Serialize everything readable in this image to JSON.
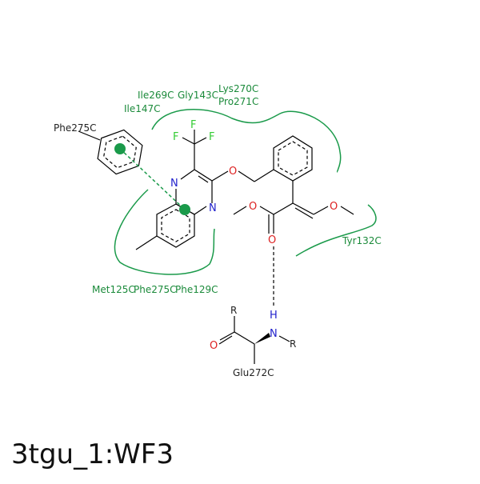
{
  "caption": "3tgu_1:WF3",
  "residues": {
    "phe275_top": "Phe275C",
    "ile269": "Ile269C",
    "gly143": "Gly143C",
    "lys270": "Lys270C",
    "pro271": "Pro271C",
    "ile147": "Ile147C",
    "tyr132": "Tyr132C",
    "met125": "Met125C",
    "phe275_bottom": "Phe275C",
    "phe129": "Phe129C",
    "glu272": "Glu272C"
  },
  "atoms": {
    "F": "F",
    "N": "N",
    "O": "O",
    "H": "H",
    "R": "R"
  },
  "colors": {
    "residue_green": "#1a8a3a",
    "pocket_green": "#1a9a4a",
    "fluorine": "#33cc33",
    "nitrogen": "#2222cc",
    "oxygen": "#dd2222",
    "bond": "#000000"
  }
}
